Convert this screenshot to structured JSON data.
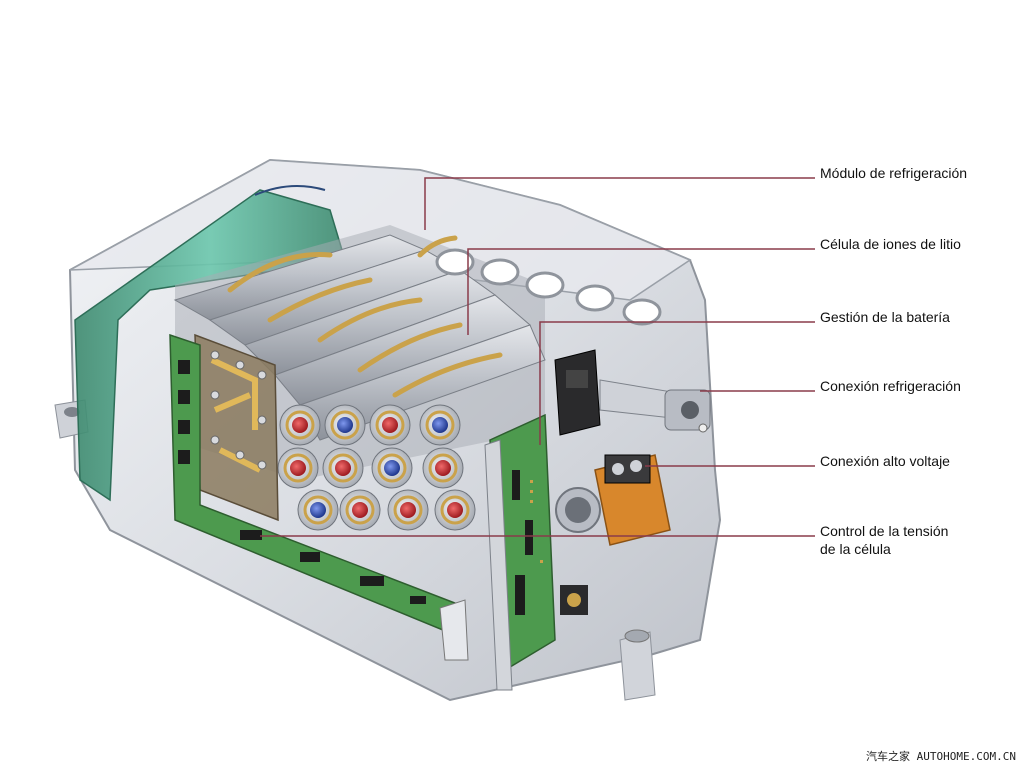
{
  "labels": {
    "cooling_module": "Módulo de refrigeración",
    "lithium_cell": "Célula de iones de litio",
    "battery_management": "Gestión de la batería",
    "cooling_connection": "Conexión refrigeración",
    "high_voltage_connection": "Conexión alto voltaje",
    "cell_voltage_control_line1": "Control de la tensión",
    "cell_voltage_control_line2": "de la célula"
  },
  "watermark": "汽车之家 AUTOHOME.COM.CN",
  "colors": {
    "leader_line": "#8a3b4a",
    "housing": "#c9ccd3",
    "cell_gold": "#caa24a",
    "cooling_strip": "#4fb39c",
    "pcb_green": "#4d9a4e",
    "terminal_red": "#c0262c",
    "terminal_blue": "#2e4fb8",
    "connector_orange": "#d8872c"
  }
}
